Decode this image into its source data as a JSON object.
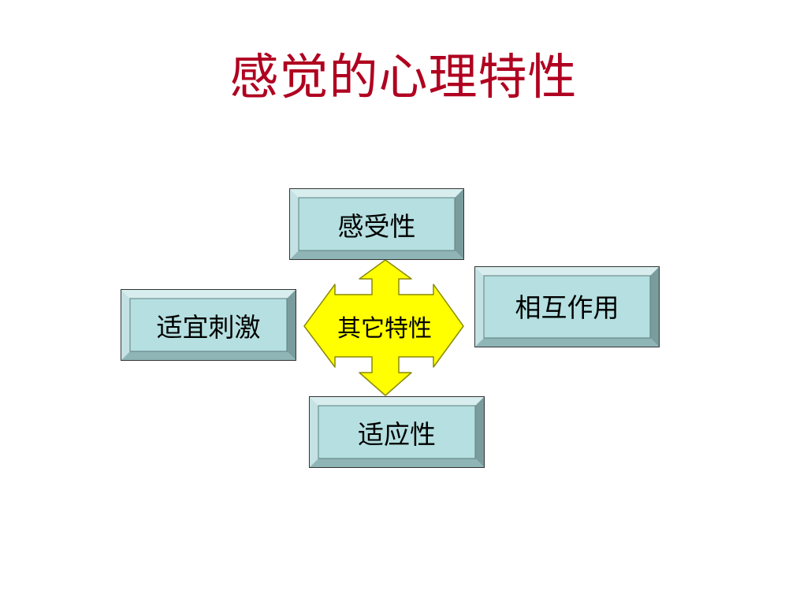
{
  "title": "感觉的心理特性",
  "diagram": {
    "center_label": "其它特性",
    "boxes": {
      "top": "感受性",
      "left": "适宜刺激",
      "right": "相互作用",
      "bottom": "适应性"
    },
    "colors": {
      "title": "#b00020",
      "box_face": "#b5dfe0",
      "bevel_light": "#d8eeee",
      "bevel_mid": "#8fb5b6",
      "bevel_dark": "#607f80",
      "arrow_fill": "#ffff00",
      "arrow_stroke": "#8a8a00"
    }
  }
}
